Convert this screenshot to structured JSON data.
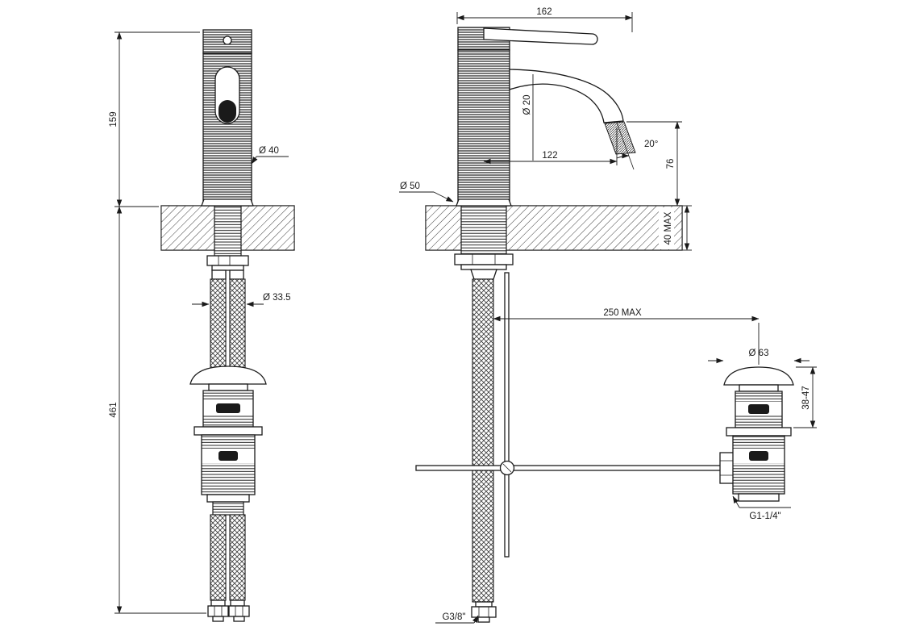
{
  "drawing": {
    "kind": "technical-dimension-drawing",
    "views": [
      "front",
      "side"
    ]
  },
  "dimensions": {
    "front": {
      "body_height": "159",
      "total_height": "461",
      "body_diameter": "Ø 40",
      "hose_nut_diameter": "Ø 33.5"
    },
    "side": {
      "top_width": "162",
      "spout_diameter": "Ø 20",
      "spout_reach": "122",
      "stream_angle": "20°",
      "spout_height": "76",
      "base_diameter": "Ø 50",
      "deck_thickness_max": "40 MAX",
      "rod_reach_max": "250 MAX",
      "waste_cap_diameter": "Ø 63",
      "waste_height_range": "38-47",
      "waste_thread": "G1-1/4\"",
      "supply_thread": "G3/8\""
    }
  }
}
